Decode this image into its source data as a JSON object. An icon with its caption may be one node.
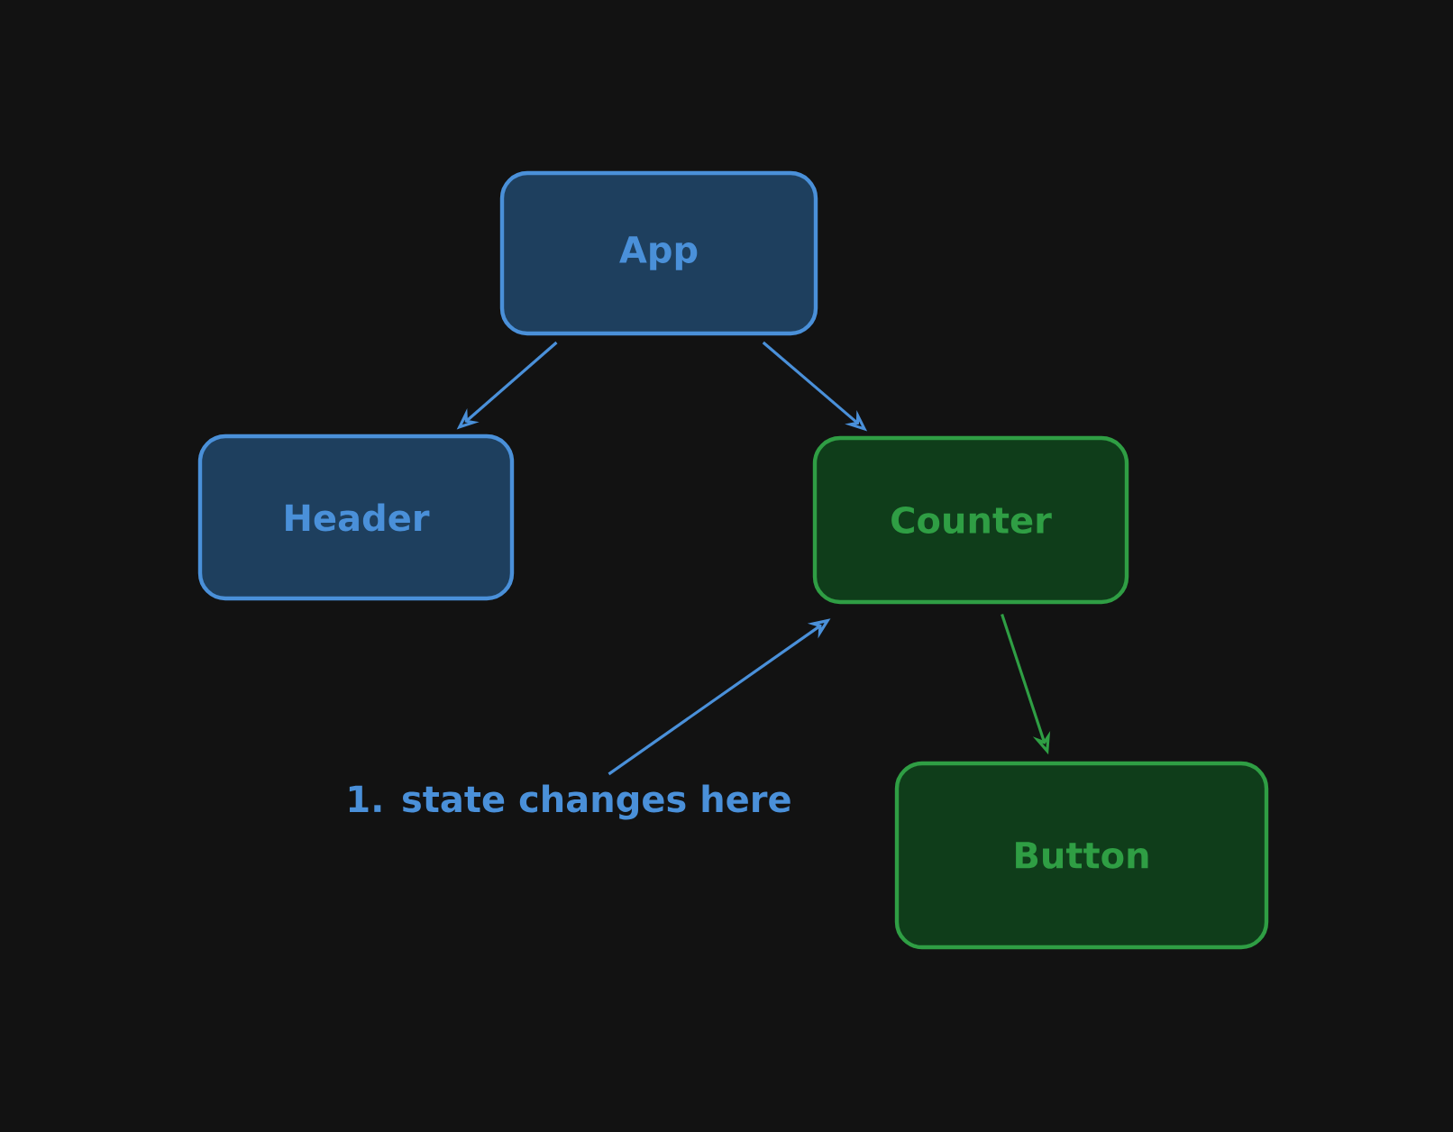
{
  "diagram": {
    "nodes": [
      {
        "text": [
          "App"
        ]
      },
      {
        "text": [
          "Header"
        ]
      },
      {
        "text": [
          "Counter"
        ]
      },
      {
        "text": [
          "Button"
        ]
      },
      {
        "text": [
          "1. state changes here"
        ]
      }
    ],
    "edges": [
      {
        "from": 0,
        "to": 1,
        "arrow": "to"
      },
      {
        "from": 0,
        "to": 2,
        "arrow": "to"
      },
      {
        "from": 2,
        "to": 3,
        "arrow": "to",
        "color": "#2f9e44"
      },
      {
        "from": 4,
        "to": 2,
        "arrow": "to"
      }
    ]
  }
}
